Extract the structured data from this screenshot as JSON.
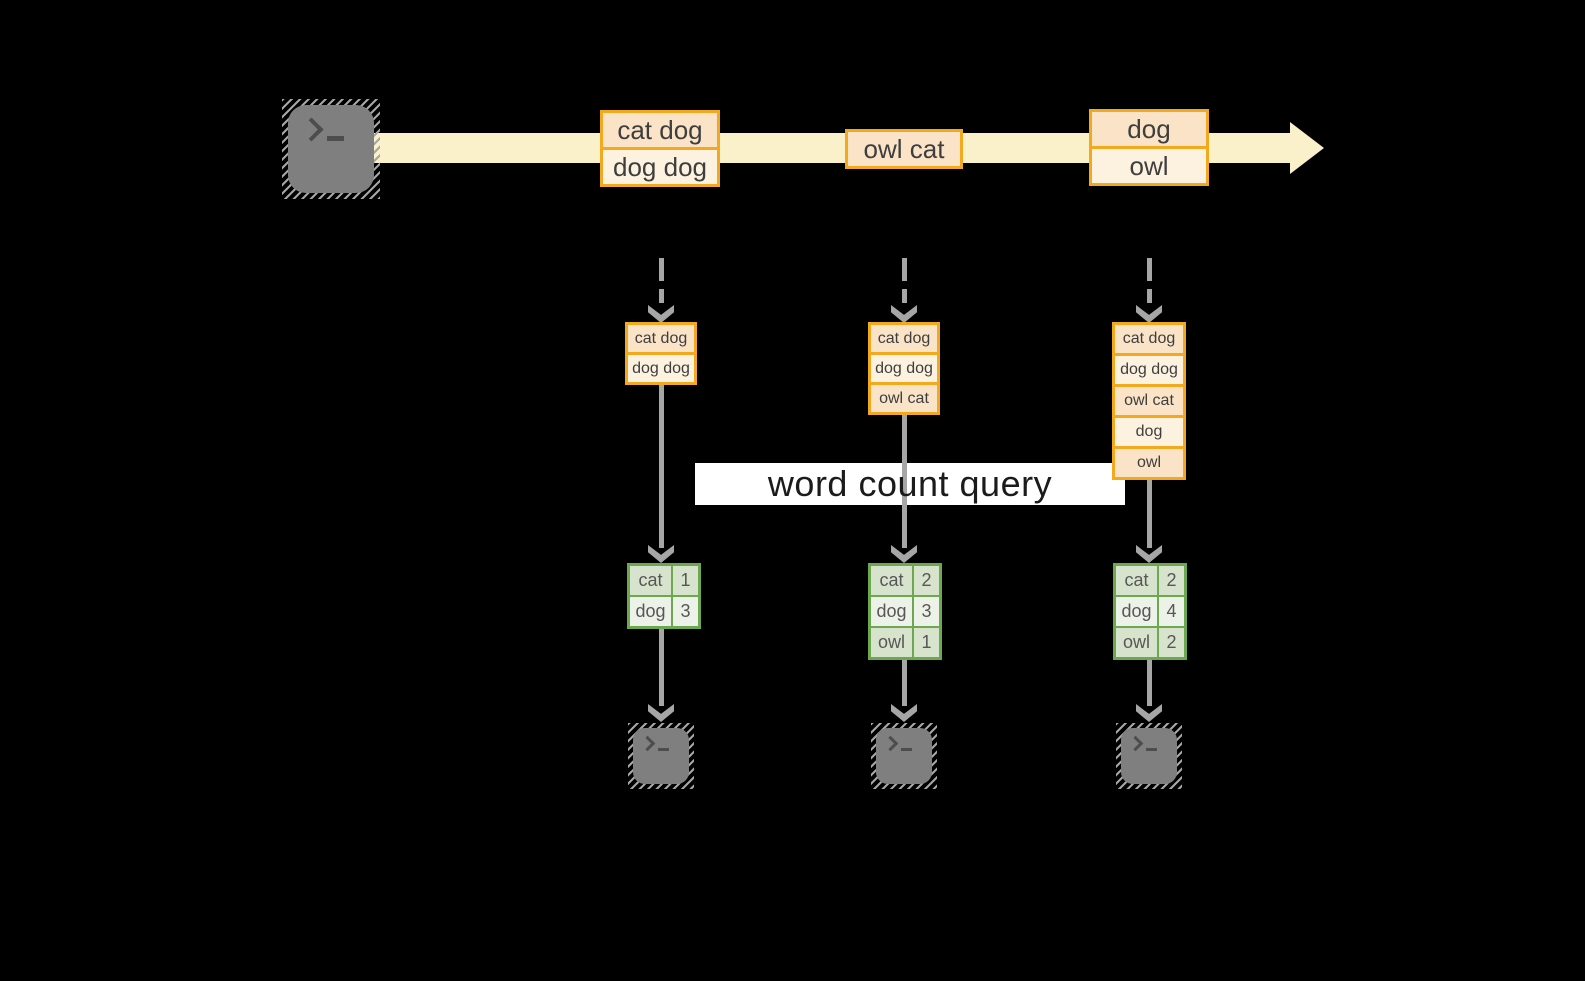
{
  "query_label": "word count query",
  "icons": {
    "terminal_prompt": ">_",
    "stream_arrow": "right-arrow",
    "flow_arrows": "down-arrow"
  },
  "stream": {
    "events": [
      {
        "rows": [
          "cat dog",
          "dog dog"
        ]
      },
      {
        "rows": [
          "owl cat"
        ]
      },
      {
        "rows": [
          "dog",
          "owl"
        ]
      }
    ]
  },
  "workers": [
    {
      "buffer": [
        "cat dog",
        "dog dog"
      ],
      "counts": [
        {
          "word": "cat",
          "count": 1
        },
        {
          "word": "dog",
          "count": 3
        }
      ]
    },
    {
      "buffer": [
        "cat dog",
        "dog dog",
        "owl cat"
      ],
      "counts": [
        {
          "word": "cat",
          "count": 2
        },
        {
          "word": "dog",
          "count": 3
        },
        {
          "word": "owl",
          "count": 1
        }
      ]
    },
    {
      "buffer": [
        "cat dog",
        "dog dog",
        "owl cat",
        "dog",
        "owl"
      ],
      "counts": [
        {
          "word": "cat",
          "count": 2
        },
        {
          "word": "dog",
          "count": 4
        },
        {
          "word": "owl",
          "count": 2
        }
      ]
    }
  ],
  "colors": {
    "amber_border": "#F2A91D",
    "peach_fill": "#FAE3C6",
    "cream_fill": "#FCF2DF",
    "stream_band": "#FAF0CA",
    "green_border": "#6BA84F",
    "green_fill_light": "#D7E3CC",
    "green_fill_lighter": "#EDF2E9",
    "arrow_gray": "#A6A6A6",
    "terminal_gray": "#7F7F7F",
    "term_dark": "#4D4D4D",
    "query_band_bg": "#FFFFFF",
    "label_ink": "#1B1B1B",
    "table_ink": "#575757",
    "text_dark": "#3E3E3E"
  }
}
